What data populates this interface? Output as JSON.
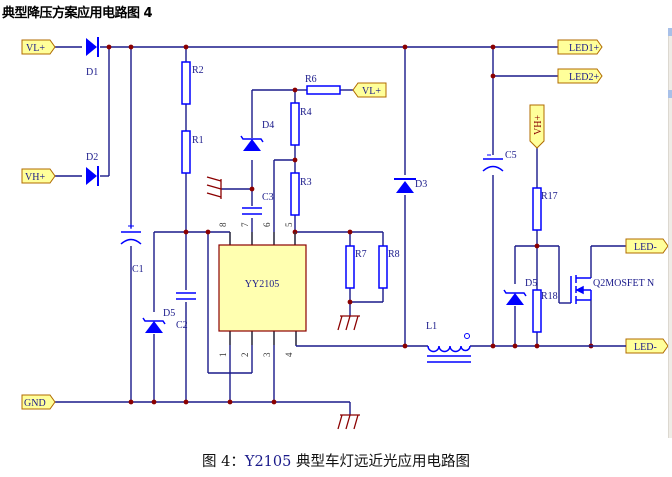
{
  "heading": "典型降压方案应用电路图 4",
  "caption": {
    "prefix": "图 4：",
    "model": "Y2105",
    "suffix": "典型车灯远近光应用电路图"
  },
  "colors": {
    "wire": "#1a1a8a",
    "component": "#0000ff",
    "junction": "#8b0000",
    "port_fill": "#ffff9a",
    "port_border": "#b06b00",
    "ground": "#8b0000",
    "ic_fill": "#ffffb0",
    "ic_border": "#8b0000"
  },
  "ports": {
    "vl_in": "VL+",
    "vh_in": "VH+",
    "gnd": "GND",
    "vl_r6": "VL+",
    "vh_r17": "VH+",
    "led1_pos": "LED1+",
    "led2_pos": "LED2+",
    "led_neg_top": "LED-",
    "led_neg_bot": "LED-"
  },
  "components": {
    "d1": "D1",
    "d2": "D2",
    "d3": "D3",
    "d4": "D4",
    "d5_left": "D5",
    "d5_right": "D5",
    "r1": "R1",
    "r2": "R2",
    "r3": "R3",
    "r4": "R4",
    "r6": "R6",
    "r7": "R7",
    "r8": "R8",
    "r17": "R17",
    "r18": "R18",
    "c1": "C1",
    "c2": "C2",
    "c3": "C3",
    "c5": "C5",
    "l1": "L1",
    "q2": "Q2MOSFET N",
    "ic": "YY2105"
  },
  "ic_pins": [
    "1",
    "2",
    "3",
    "4",
    "5",
    "6",
    "7",
    "8"
  ]
}
